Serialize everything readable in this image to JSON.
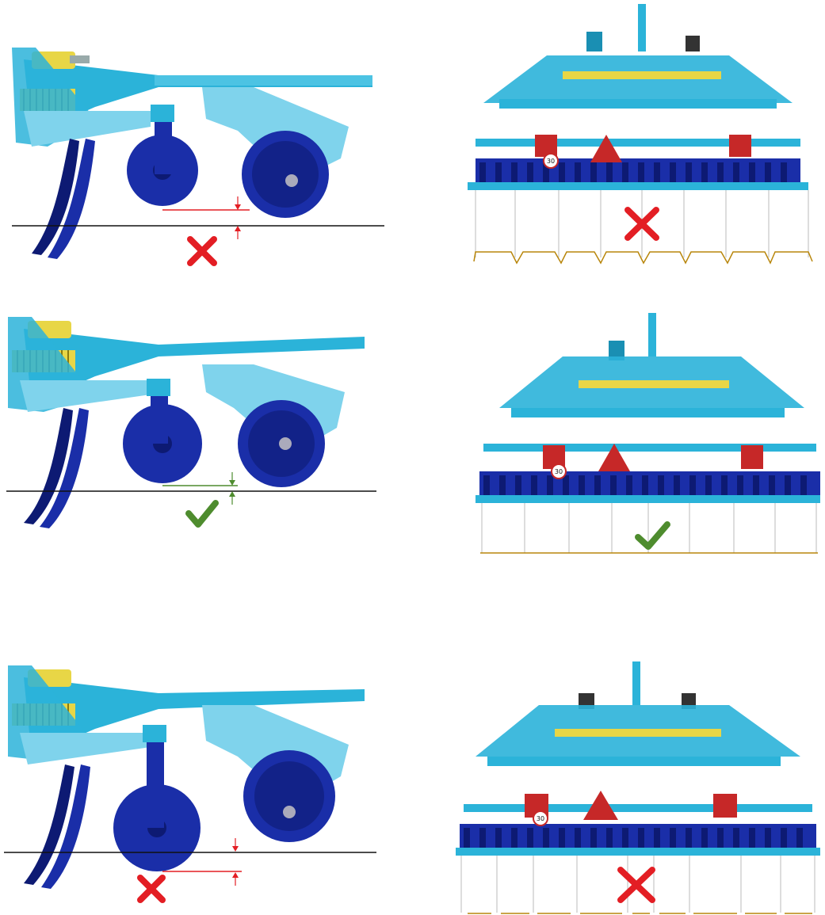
{
  "colors": {
    "frame": "#2bb3d9",
    "frame_light": "#7fd3ec",
    "frame_dark": "#1a8fb3",
    "disc": "#1a2ea8",
    "disc_dark": "#0d1a73",
    "spring": "#e8d646",
    "ground": "#111111",
    "wrong": "#e31e24",
    "right": "#4e8c2e",
    "profile": "#b8860b",
    "sign_red": "#c62828",
    "sign_white": "#ffffff"
  },
  "panels": [
    {
      "id": "row1",
      "depth_status": "wrong",
      "disc_gap": "above-ground",
      "profile": "grooved",
      "status_icon": "cross-icon"
    },
    {
      "id": "row2",
      "depth_status": "correct",
      "disc_gap": "level",
      "profile": "flat",
      "status_icon": "check-icon"
    },
    {
      "id": "row3",
      "depth_status": "wrong",
      "disc_gap": "below-ground",
      "profile": "gapped",
      "status_icon": "cross-icon"
    }
  ],
  "signs": {
    "speed_label": "30"
  }
}
